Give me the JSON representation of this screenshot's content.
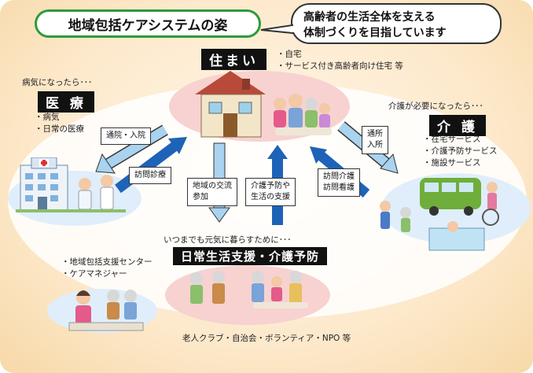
{
  "title": "地域包括ケアシステムの姿",
  "bubble": {
    "line1": "高齢者の生活全体を支える",
    "line2": "体制づくりを目指しています"
  },
  "home": {
    "label": "住まい",
    "items": [
      "・自宅",
      "・サービス付き高齢者向け住宅 等"
    ]
  },
  "medical": {
    "lead": "病気になったら･･･",
    "label": "医 療",
    "items": [
      "・病気",
      "・日常の医療"
    ]
  },
  "care": {
    "lead": "介護が必要になったら･･･",
    "label": "介 護",
    "items": [
      "・在宅サービス",
      "・介護予防サービス",
      "・施設サービス"
    ]
  },
  "support": {
    "lead": "いつまでも元気に暮らすために･･･",
    "label": "日常生活支援・介護予防",
    "footer": "老人クラブ・自治会・ボランティア・NPO 等"
  },
  "center": {
    "items": [
      "・地域包括支援センター",
      "・ケアマネジャー"
    ]
  },
  "arrows": {
    "hospital": "通院・入院",
    "visit_exam": "訪問診療",
    "community": [
      "地域の交流",
      "参加"
    ],
    "prevention": [
      "介護予防や",
      "生活の支援"
    ],
    "facility": [
      "通所",
      "入所"
    ],
    "visit_care": [
      "訪問介護",
      "訪問看護"
    ]
  },
  "colors": {
    "frame_green": "#2f9a3a",
    "arrow_blue": "#1f63b8",
    "arrow_light": "#a9d3ef",
    "oval_pink": "#f7d2d0",
    "oval_blue": "#dfeefa"
  }
}
